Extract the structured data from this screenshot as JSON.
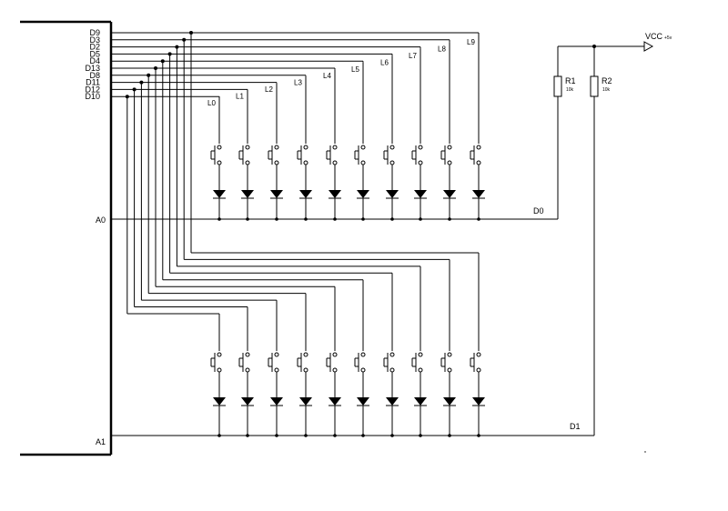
{
  "connector": {
    "pins": [
      "D9",
      "D3",
      "D2",
      "D5",
      "D4",
      "D13",
      "D8",
      "D11",
      "D12",
      "D10"
    ],
    "analog_pins": [
      "A0",
      "A1"
    ]
  },
  "led_labels": [
    "L0",
    "L1",
    "L2",
    "L3",
    "L4",
    "L5",
    "L6",
    "L7",
    "L8",
    "L9"
  ],
  "power": {
    "label": "VCC",
    "voltage": "+5v"
  },
  "resistors": [
    {
      "name": "R1",
      "value": "10k"
    },
    {
      "name": "R2",
      "value": "10k"
    }
  ],
  "nets": {
    "row0": "D0",
    "row1": "D1"
  },
  "colors": {
    "wire": "#000000",
    "background": "#ffffff"
  }
}
